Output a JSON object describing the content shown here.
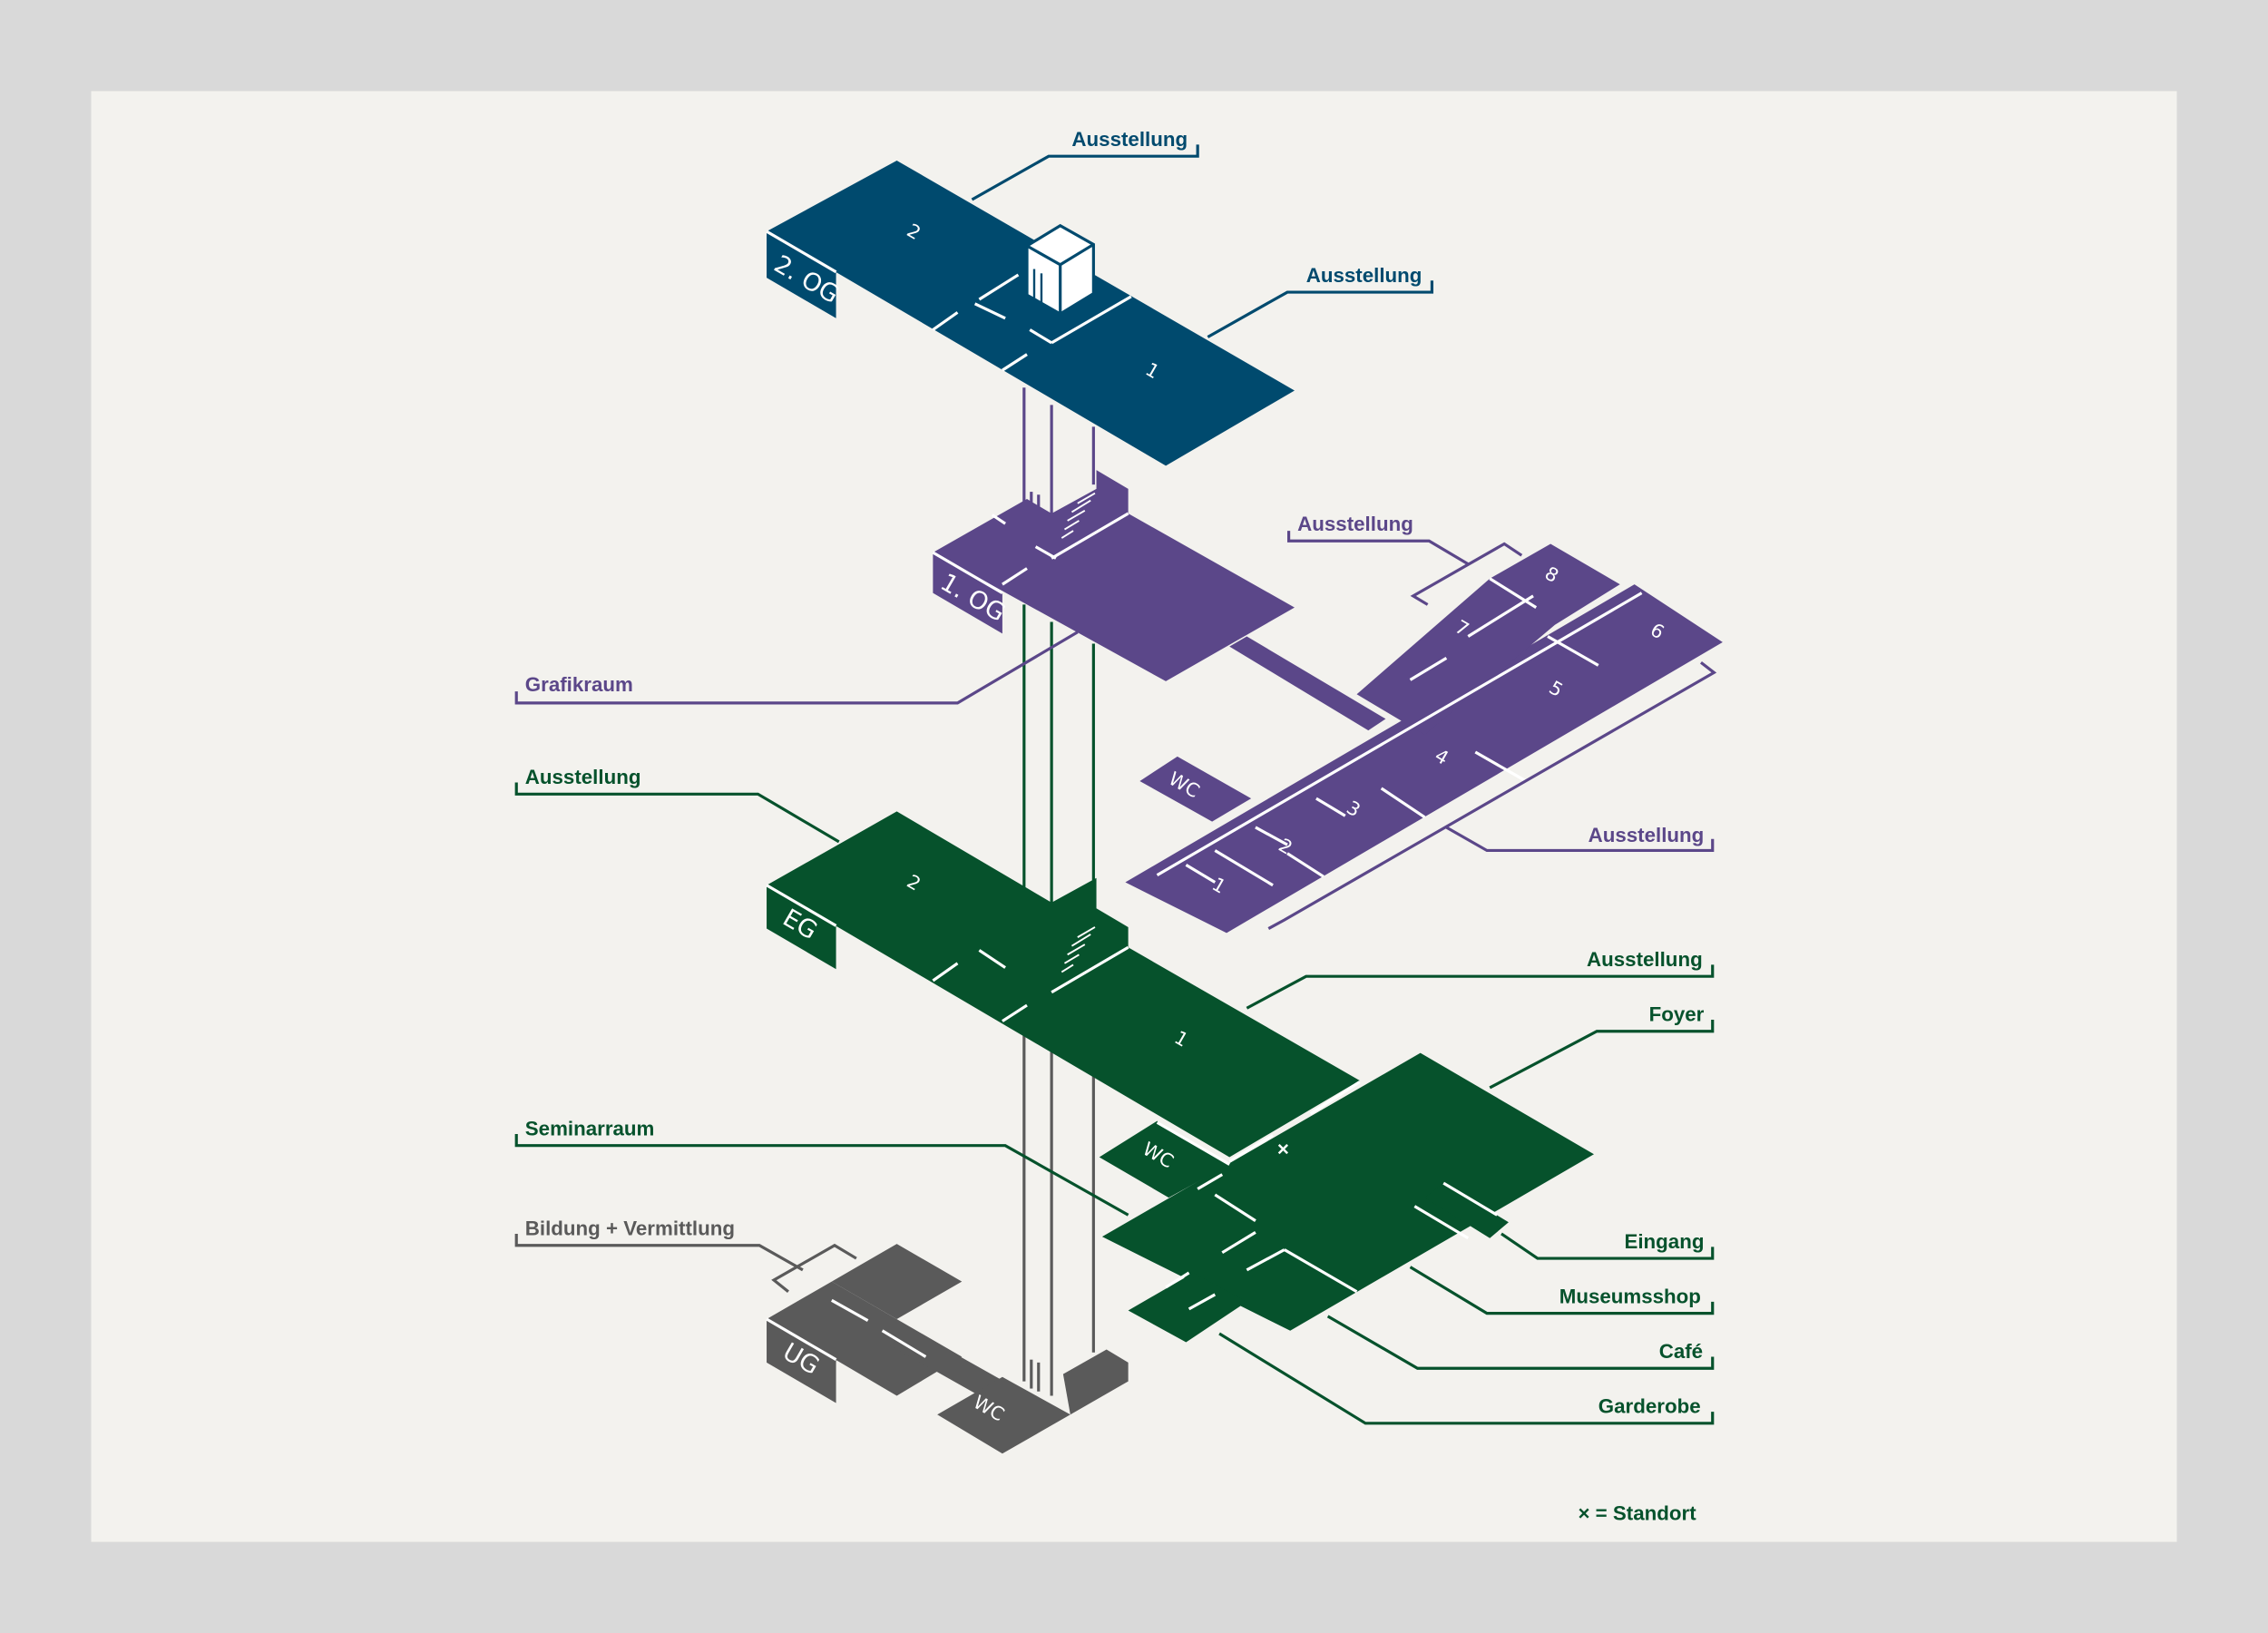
{
  "colors": {
    "og2": "#004a6e",
    "og1": "#5b4789",
    "eg": "#06522c",
    "ug": "#5a5a5a",
    "panel": "#f3f2ee",
    "background": "#d9d9d9"
  },
  "floors": {
    "og2": {
      "label": "2. OG",
      "rooms": [
        "2",
        "1"
      ]
    },
    "og1": {
      "label": "1. OG",
      "rooms": [
        "1",
        "2",
        "3",
        "4",
        "5",
        "6",
        "7",
        "8"
      ],
      "wc": "WC"
    },
    "eg": {
      "label": "EG",
      "rooms": [
        "2",
        "1"
      ],
      "wc": "WC",
      "marker": "×"
    },
    "ug": {
      "label": "UG",
      "wc": "WC"
    }
  },
  "callouts": {
    "og2_a": "Ausstellung",
    "og2_b": "Ausstellung",
    "og1_annex_top": "Ausstellung",
    "og1_grafik": "Grafikraum",
    "og1_annex_bottom": "Ausstellung",
    "eg_left": "Ausstellung",
    "eg_right": "Ausstellung",
    "foyer": "Foyer",
    "seminar": "Seminarraum",
    "eingang": "Eingang",
    "shop": "Museumsshop",
    "cafe": "Café",
    "garderobe": "Garderobe",
    "bildung": "Bildung + Vermittlung"
  },
  "legend": "× = Standort"
}
